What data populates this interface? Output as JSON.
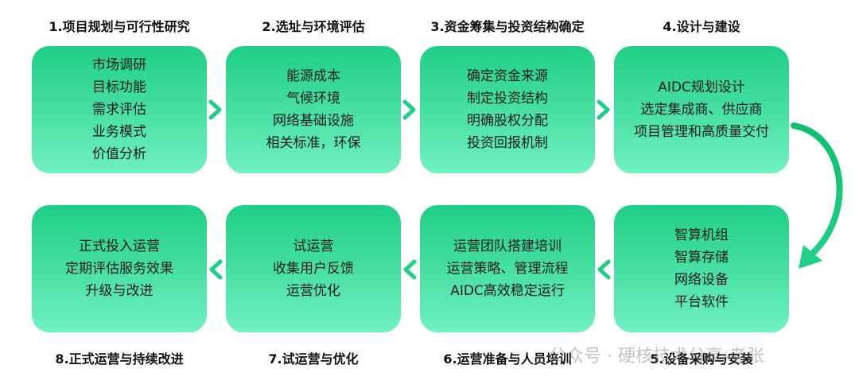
{
  "steps": [
    {
      "title": "1.项目规划与可行性研究",
      "lines": [
        "市场调研",
        "目标功能",
        "需求评估",
        "业务模式",
        "价值分析"
      ]
    },
    {
      "title": "2.选址与环境评估",
      "lines": [
        "能源成本",
        "气候环境",
        "网络基础设施",
        "相关标准，环保"
      ]
    },
    {
      "title": "3.资金筹集与投资结构确定",
      "lines": [
        "确定资金来源",
        "制定投资结构",
        "明确股权分配",
        "投资回报机制"
      ]
    },
    {
      "title": "4.设计与建设",
      "lines": [
        "AIDC规划设计",
        "选定集成商、供应商",
        "项目管理和高质量交付"
      ]
    },
    {
      "title": "5.设备采购与安装",
      "lines": [
        "智算机组",
        "智算存储",
        "网络设备",
        "平台软件"
      ]
    },
    {
      "title": "6.运营准备与人员培训",
      "lines": [
        "运营团队搭建培训",
        "运营策略、管理流程",
        "AIDC高效稳定运行"
      ]
    },
    {
      "title": "7.试运营与优化",
      "lines": [
        "试运营",
        "收集用户反馈",
        "运营优化"
      ]
    },
    {
      "title": "8.正式运营与持续改进",
      "lines": [
        "正式投入运营",
        "定期评估服务效果",
        "升级与改进"
      ]
    }
  ],
  "watermark": "公众号 · 硬核技术分享-老张",
  "colors": {
    "box_top": "#1fcf85",
    "box_bottom": "#6ff0c0",
    "arrow": "#1fcf85"
  }
}
